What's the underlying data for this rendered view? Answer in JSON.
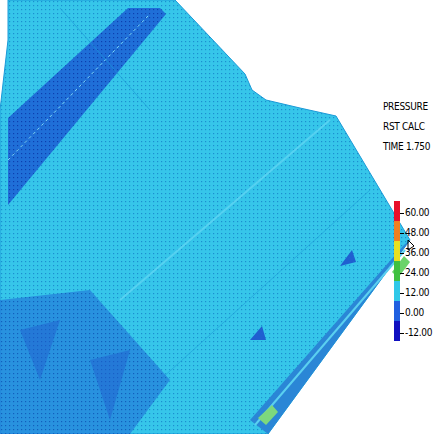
{
  "diagram": {
    "title": "PRESSURE",
    "labels": [
      "RST CALC",
      "TIME 1.750"
    ],
    "legend": [
      {
        "text": "60.00",
        "color": "#e8102a"
      },
      {
        "text": "48.00",
        "color": "#f08020"
      },
      {
        "text": "36.00",
        "color": "#e8e020"
      },
      {
        "text": "24.00",
        "color": "#40c040"
      },
      {
        "text": "12.00",
        "color": "#30c8e8"
      },
      {
        "text": "0.00",
        "color": "#2060e0"
      },
      {
        "text": "-12.00",
        "color": "#1010c0"
      }
    ]
  }
}
